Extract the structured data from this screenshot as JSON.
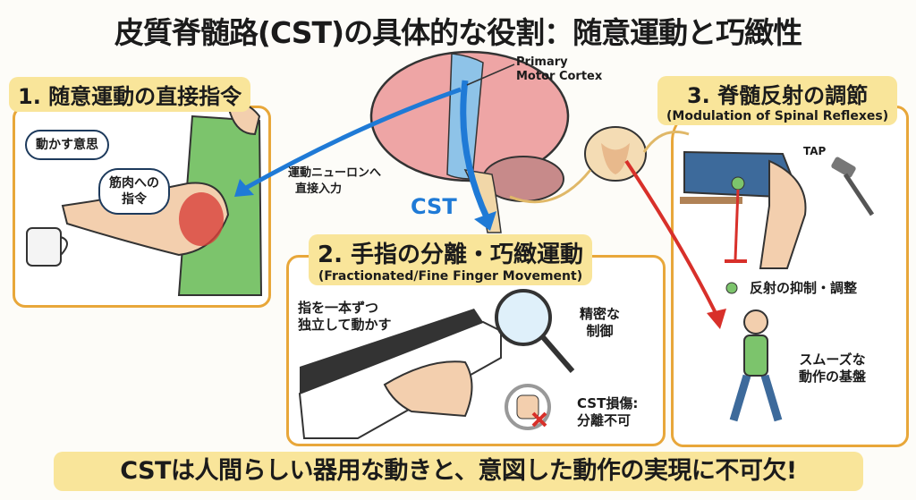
{
  "title": "皮質脊髄路(CST)の具体的な役割：随意運動と巧緻性",
  "brain": {
    "cortex_label_line1": "Primary",
    "cortex_label_line2": "Motor Cortex",
    "cst_label": "CST",
    "arrow_label_line1": "運動ニューロンへ",
    "arrow_label_line2": "直接入力"
  },
  "panel1": {
    "heading": "1. 随意運動の直接指令",
    "bubble1": "動かす意思",
    "bubble2_line1": "筋肉への",
    "bubble2_line2": "指令"
  },
  "panel2": {
    "heading": "2. 手指の分離・巧緻運動",
    "subheading": "(Fractionated/Fine Finger Movement)",
    "text1_line1": "指を一本ずつ",
    "text1_line2": "独立して動かす",
    "text2_line1": "精密な",
    "text2_line2": "制御",
    "text3_line1": "CST損傷:",
    "text3_line2": "分離不可"
  },
  "panel3": {
    "heading": "3. 脊髄反射の調節",
    "subheading": "(Modulation of Spinal Reflexes)",
    "tap": "TAP",
    "text1": "反射の抑制・調整",
    "text2_line1": "スムーズな",
    "text2_line2": "動作の基盤"
  },
  "banner": "CSTは人間らしい器用な動きと、意図した動作の実現に不可欠!",
  "colors": {
    "panel_border": "#e8a73a",
    "label_bg": "#f9e59a",
    "cst_blue": "#1f7ad6",
    "inhibit_red": "#d8302a"
  }
}
